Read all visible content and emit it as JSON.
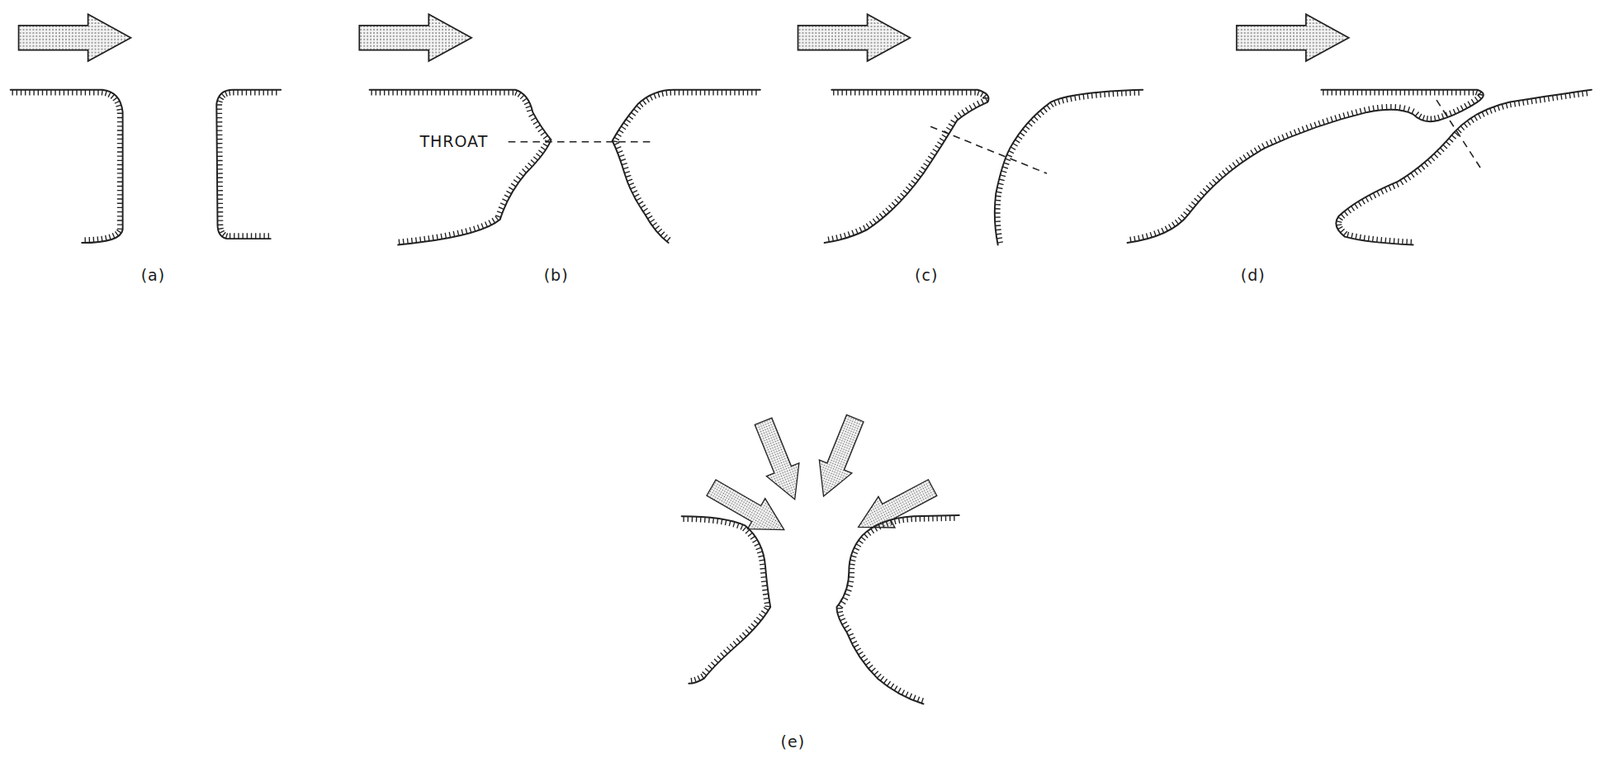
{
  "diagram": {
    "labels": [
      "THROAT",
      "(a)",
      "(b)",
      "(c)",
      "(d)",
      "(e)"
    ]
  }
}
